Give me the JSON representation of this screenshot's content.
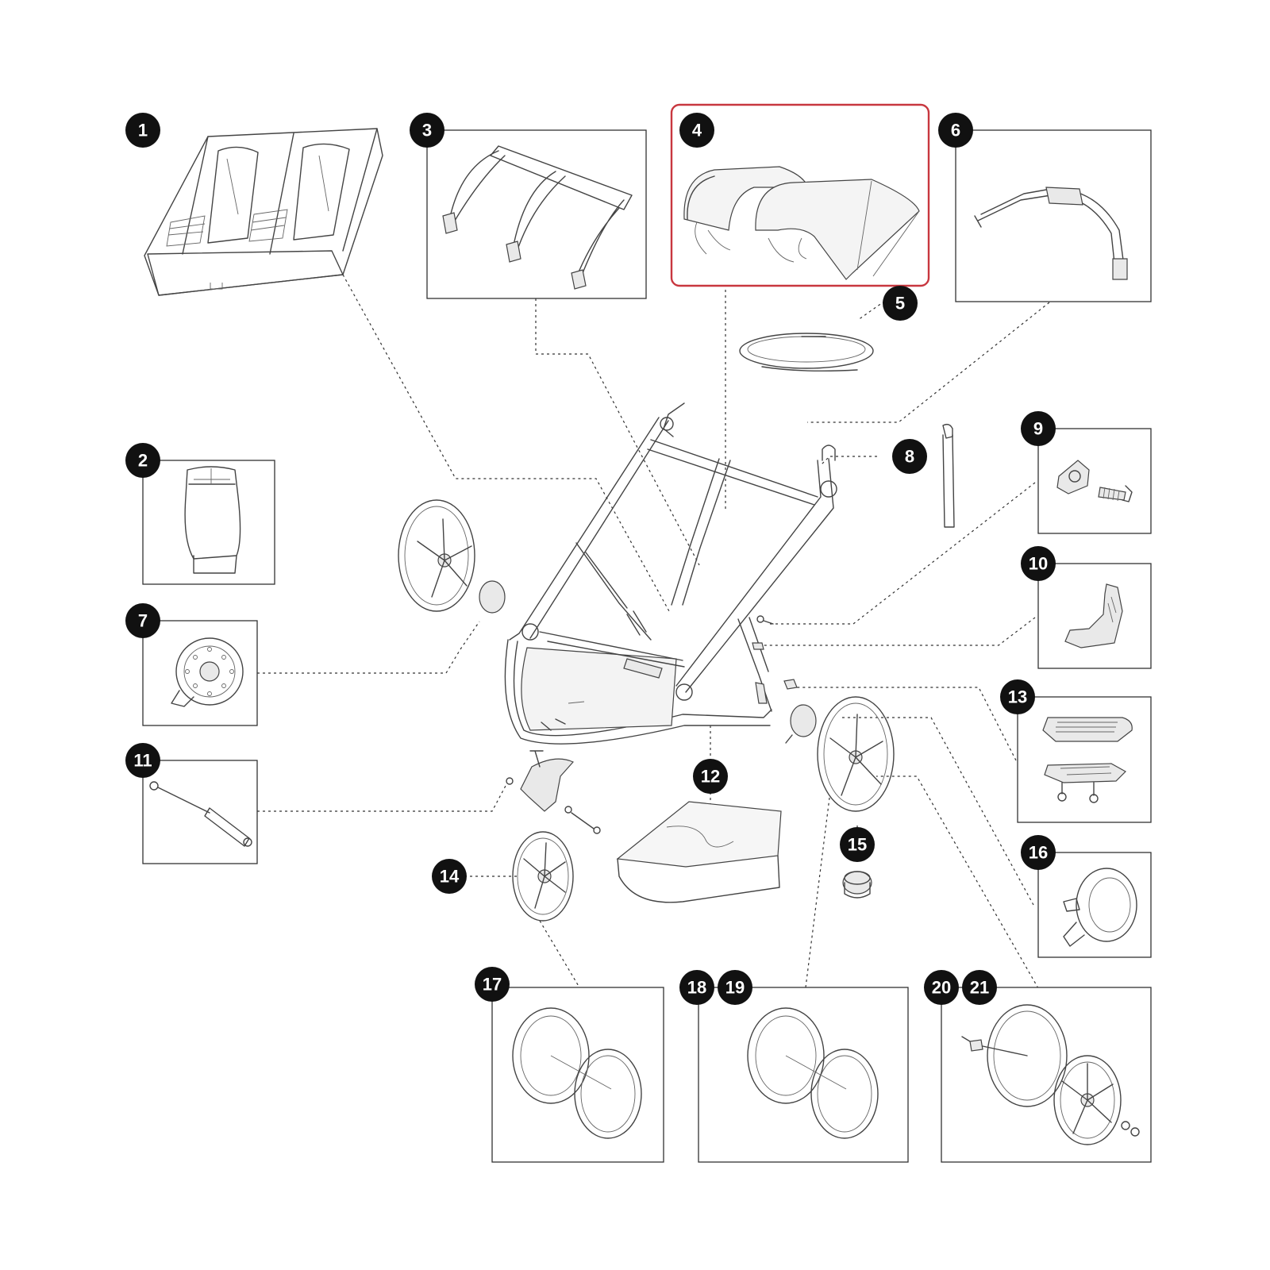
{
  "diagram": {
    "highlighted_part": "4",
    "accent_color": "#c8373f",
    "parts": [
      {
        "id": "part-1",
        "label": "1",
        "icon": "double-seat-icon"
      },
      {
        "id": "part-2",
        "label": "2",
        "icon": "seat-pad-icon"
      },
      {
        "id": "part-3",
        "label": "3",
        "icon": "canopy-frame-icon"
      },
      {
        "id": "part-4",
        "label": "4",
        "icon": "canopy-icon"
      },
      {
        "id": "part-5",
        "label": "5",
        "icon": "cord-icon"
      },
      {
        "id": "part-6",
        "label": "6",
        "icon": "handlebar-icon"
      },
      {
        "id": "part-7",
        "label": "7",
        "icon": "hub-icon"
      },
      {
        "id": "part-8",
        "label": "8",
        "icon": "wrist-strap-icon"
      },
      {
        "id": "part-9",
        "label": "9",
        "icon": "clip-screw-icon"
      },
      {
        "id": "part-10",
        "label": "10",
        "icon": "bracket-icon"
      },
      {
        "id": "part-11",
        "label": "11",
        "icon": "axle-bolt-icon"
      },
      {
        "id": "part-12",
        "label": "12",
        "icon": "basket-icon"
      },
      {
        "id": "part-13",
        "label": "13",
        "icon": "foot-brake-icon"
      },
      {
        "id": "part-14",
        "label": "14",
        "icon": "front-wheel-icon"
      },
      {
        "id": "part-15",
        "label": "15",
        "icon": "cap-icon"
      },
      {
        "id": "part-16",
        "label": "16",
        "icon": "brake-drum-icon"
      },
      {
        "id": "part-17",
        "label": "17",
        "icon": "tire-tube-icon"
      },
      {
        "id": "part-18",
        "label": "18",
        "icon": "tire-tube-icon"
      },
      {
        "id": "part-19",
        "label": "19",
        "icon": "tire-tube-icon"
      },
      {
        "id": "part-20",
        "label": "20",
        "icon": "rear-wheel-icon"
      },
      {
        "id": "part-21",
        "label": "21",
        "icon": "rear-wheel-icon"
      }
    ]
  }
}
